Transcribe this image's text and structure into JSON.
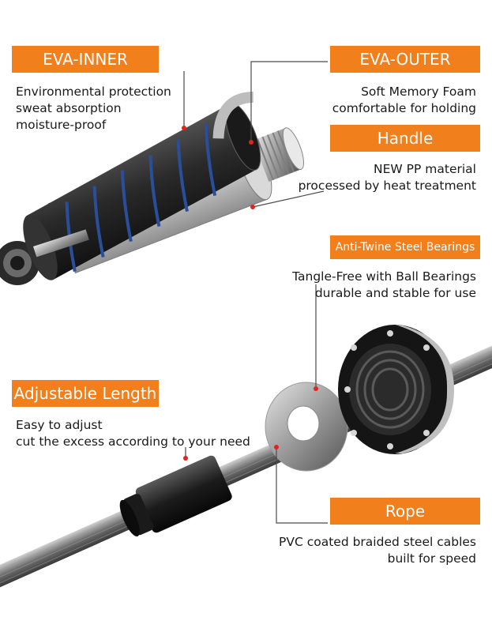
{
  "colors": {
    "accent": "#f07f1c",
    "leader": "#4a4a4a",
    "text": "#1a1a1a"
  },
  "callouts": {
    "eva_inner": {
      "title": "EVA-INNER sponge",
      "lines": [
        "Environmental protection",
        "sweat absorption",
        "moisture-proof"
      ]
    },
    "eva_outer": {
      "title": "EVA-OUTER sponge",
      "lines": [
        "Soft Memory Foam",
        "comfortable for holding"
      ]
    },
    "handle": {
      "title": "Handle",
      "lines": [
        "NEW PP material",
        "processed by heat treatment"
      ]
    },
    "bearings": {
      "title": "Anti-Twine Steel Bearings",
      "lines": [
        "Tangle-Free with Ball Bearings",
        "durable and stable for use"
      ]
    },
    "length": {
      "title": "Adjustable Length",
      "lines": [
        "Easy to adjust",
        "cut the excess according to your need"
      ]
    },
    "rope": {
      "title": "Rope",
      "lines": [
        "PVC coated braided steel cables",
        "built for speed"
      ]
    }
  }
}
